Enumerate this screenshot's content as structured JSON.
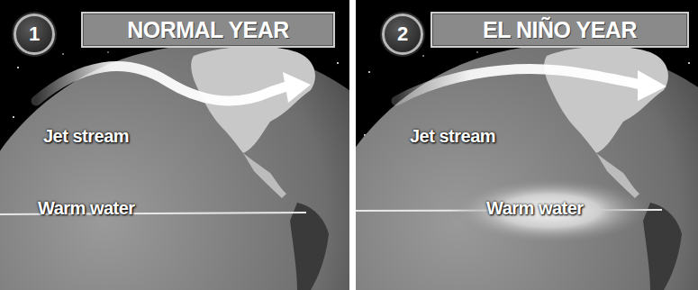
{
  "diagram": {
    "nodes": [
      {
        "text": [
          "1"
        ]
      },
      {
        "text": [
          "NORMAL YEAR"
        ]
      },
      {
        "text": [
          "2"
        ]
      },
      {
        "text": [
          "EL NIÑO YEAR"
        ]
      }
    ],
    "labels": [
      "Jet stream",
      "Warm water",
      "Jet stream",
      "Warm water"
    ]
  }
}
